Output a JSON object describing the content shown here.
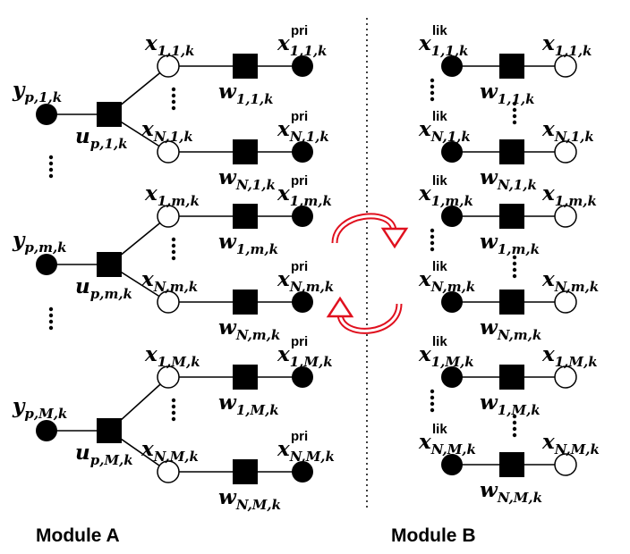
{
  "modules": {
    "a_label": "Module A",
    "b_label": "Module B"
  },
  "colors": {
    "arrow": "#e0101e",
    "node": "#000000",
    "divider": "#000000"
  },
  "module_a": {
    "groups": [
      {
        "y": {
          "base": "y",
          "sub": "p,1,k"
        },
        "u": {
          "base": "u",
          "sub": "p,1,k"
        },
        "first": {
          "x": {
            "base": "x",
            "sub": "1,1,k"
          },
          "w": {
            "base": "w",
            "sub": "1,1,k"
          },
          "pri": {
            "base": "x",
            "sup": "pri",
            "sub": "1,1,k"
          }
        },
        "last": {
          "x": {
            "base": "x",
            "sub": "N,1,k"
          },
          "w": {
            "base": "w",
            "sub": "N,1,k"
          },
          "pri": {
            "base": "x",
            "sup": "pri",
            "sub": "N,1,k"
          }
        }
      },
      {
        "y": {
          "base": "y",
          "sub": "p,m,k"
        },
        "u": {
          "base": "u",
          "sub": "p,m,k"
        },
        "first": {
          "x": {
            "base": "x",
            "sub": "1,m,k"
          },
          "w": {
            "base": "w",
            "sub": "1,m,k"
          },
          "pri": {
            "base": "x",
            "sup": "pri",
            "sub": "1,m,k"
          }
        },
        "last": {
          "x": {
            "base": "x",
            "sub": "N,m,k"
          },
          "w": {
            "base": "w",
            "sub": "N,m,k"
          },
          "pri": {
            "base": "x",
            "sup": "pri",
            "sub": "N,m,k"
          }
        }
      },
      {
        "y": {
          "base": "y",
          "sub": "p,M,k"
        },
        "u": {
          "base": "u",
          "sub": "p,M,k"
        },
        "first": {
          "x": {
            "base": "x",
            "sub": "1,M,k"
          },
          "w": {
            "base": "w",
            "sub": "1,M,k"
          },
          "pri": {
            "base": "x",
            "sup": "pri",
            "sub": "1,M,k"
          }
        },
        "last": {
          "x": {
            "base": "x",
            "sub": "N,M,k"
          },
          "w": {
            "base": "w",
            "sub": "N,M,k"
          },
          "pri": {
            "base": "x",
            "sup": "pri",
            "sub": "N,M,k"
          }
        }
      }
    ]
  },
  "module_b": {
    "rows": [
      {
        "lik": {
          "base": "x",
          "sup": "lik",
          "sub": "1,1,k"
        },
        "w": {
          "base": "w",
          "sub": "1,1,k"
        },
        "x": {
          "base": "x",
          "sub": "1,1,k"
        }
      },
      {
        "lik": {
          "base": "x",
          "sup": "lik",
          "sub": "N,1,k"
        },
        "w": {
          "base": "w",
          "sub": "N,1,k"
        },
        "x": {
          "base": "x",
          "sub": "N,1,k"
        }
      },
      {
        "lik": {
          "base": "x",
          "sup": "lik",
          "sub": "1,m,k"
        },
        "w": {
          "base": "w",
          "sub": "1,m,k"
        },
        "x": {
          "base": "x",
          "sub": "1,m,k"
        }
      },
      {
        "lik": {
          "base": "x",
          "sup": "lik",
          "sub": "N,m,k"
        },
        "w": {
          "base": "w",
          "sub": "N,m,k"
        },
        "x": {
          "base": "x",
          "sub": "N,m,k"
        }
      },
      {
        "lik": {
          "base": "x",
          "sup": "lik",
          "sub": "1,M,k"
        },
        "w": {
          "base": "w",
          "sub": "1,M,k"
        },
        "x": {
          "base": "x",
          "sub": "1,M,k"
        }
      },
      {
        "lik": {
          "base": "x",
          "sup": "lik",
          "sub": "N,M,k"
        },
        "w": {
          "base": "w",
          "sub": "N,M,k"
        },
        "x": {
          "base": "x",
          "sub": "N,M,k"
        }
      }
    ]
  }
}
